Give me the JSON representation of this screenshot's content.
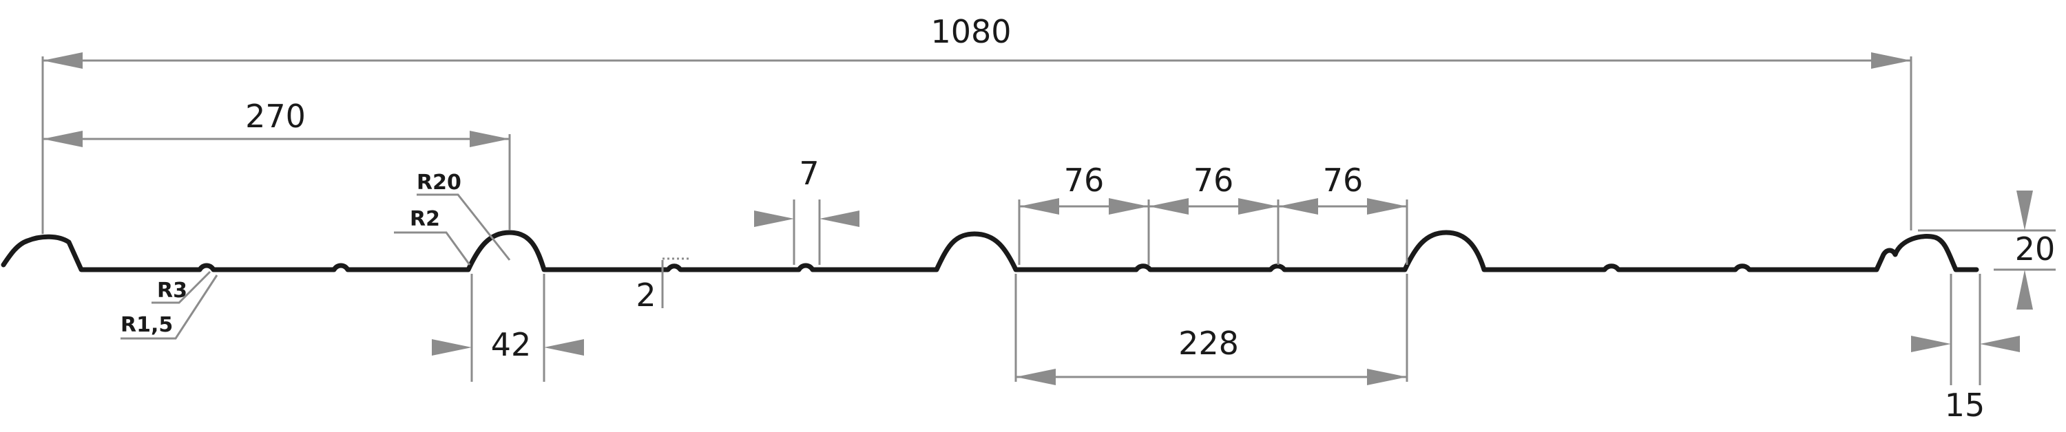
{
  "dimensions": {
    "overall_width": "1080",
    "pitch": "270",
    "minor_rib_spacing_1": "76",
    "minor_rib_spacing_2": "76",
    "minor_rib_spacing_3": "76",
    "flat_span": "228",
    "rib_base_width": "42",
    "minor_rib_width": "7",
    "minor_rib_height": "2",
    "profile_height": "20",
    "end_flange": "15"
  },
  "radii": {
    "r20": "R20",
    "r2": "R2",
    "r3": "R3",
    "r1_5": "R1,5"
  },
  "colors": {
    "profile": "#1a1a1a",
    "dimension": "#8c8c8c",
    "text": "#1a1a1a"
  }
}
